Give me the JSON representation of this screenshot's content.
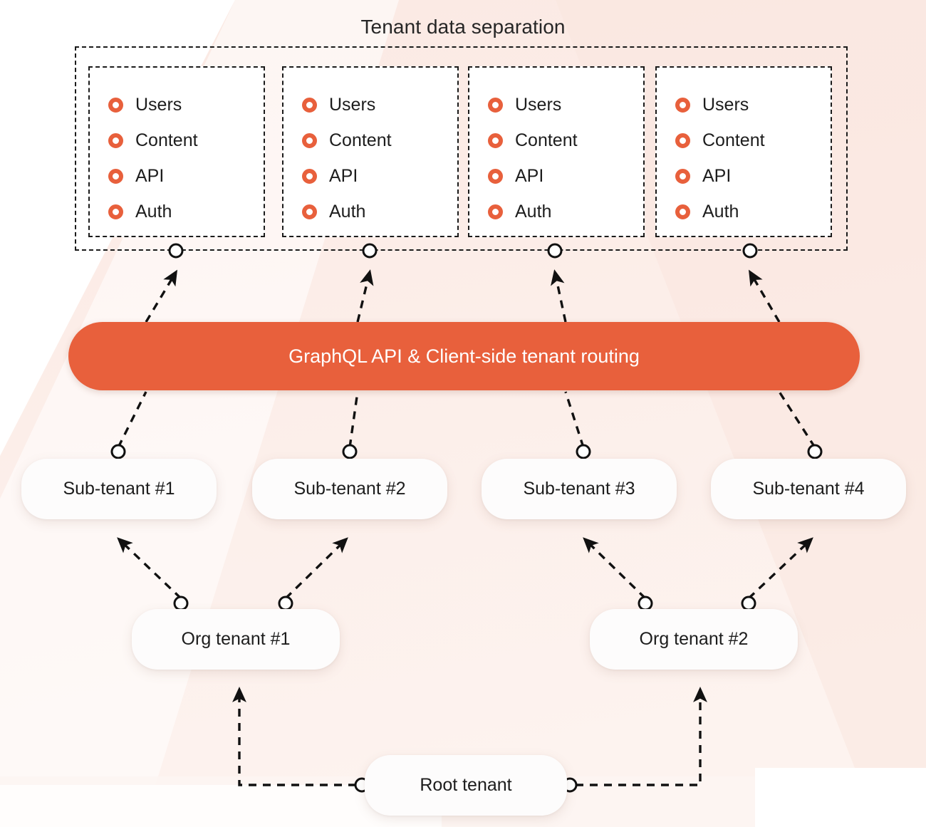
{
  "diagram": {
    "title": "Tenant data separation",
    "accent_color": "#E8603C",
    "background_colors": [
      "#ffffff",
      "#fbeae4",
      "#fdf4f0"
    ],
    "edge_style": "dashed-arrow",
    "connector_dot_style": "white-circle-black-outline"
  },
  "separation_group": {
    "label": "Tenant data separation",
    "cards": [
      {
        "items": [
          "Users",
          "Content",
          "API",
          "Auth"
        ]
      },
      {
        "items": [
          "Users",
          "Content",
          "API",
          "Auth"
        ]
      },
      {
        "items": [
          "Users",
          "Content",
          "API",
          "Auth"
        ]
      },
      {
        "items": [
          "Users",
          "Content",
          "API",
          "Auth"
        ]
      }
    ]
  },
  "api_bar": {
    "label": "GraphQL API & Client-side tenant routing"
  },
  "sub_tenants": [
    {
      "label": "Sub-tenant #1"
    },
    {
      "label": "Sub-tenant #2"
    },
    {
      "label": "Sub-tenant #3"
    },
    {
      "label": "Sub-tenant #4"
    }
  ],
  "org_tenants": [
    {
      "label": "Org tenant #1"
    },
    {
      "label": "Org tenant #2"
    }
  ],
  "root_tenant": {
    "label": "Root tenant"
  },
  "icons": {
    "bullet": "ring-icon",
    "connector": "connector-dot-icon",
    "arrow": "arrowhead-icon"
  }
}
